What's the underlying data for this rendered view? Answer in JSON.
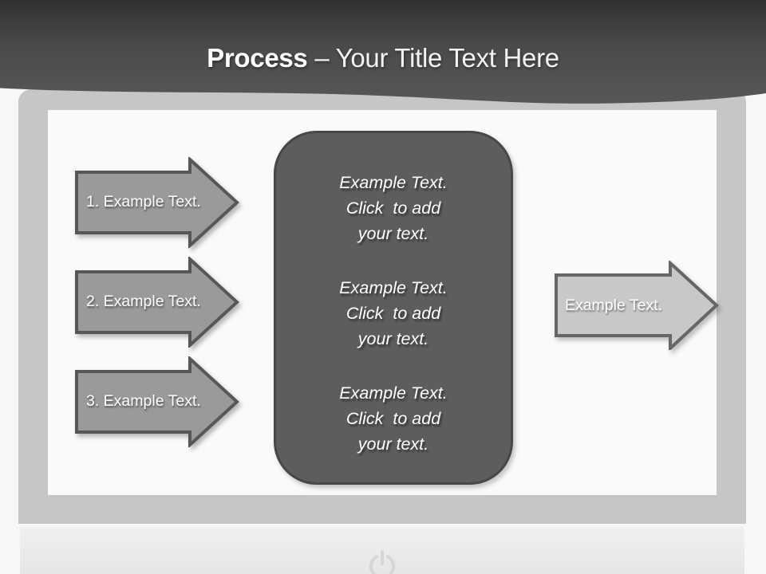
{
  "header": {
    "title_bold": "Process",
    "title_rest": "– Your Title Text Here"
  },
  "process_arrows": [
    {
      "label": "1. Example Text."
    },
    {
      "label": "2. Example Text."
    },
    {
      "label": "3. Example Text."
    }
  ],
  "center_panel": {
    "blocks": [
      {
        "line1": "Example Text.",
        "line2": "Click  to add",
        "line3": "your text."
      },
      {
        "line1": "Example Text.",
        "line2": "Click  to add",
        "line3": "your text."
      },
      {
        "line1": "Example Text.",
        "line2": "Click  to add",
        "line3": "your text."
      }
    ]
  },
  "output_arrow": {
    "label": "Example Text."
  },
  "icons": {
    "power": "power-icon"
  },
  "colors": {
    "header_dark_top": "#313131",
    "header_dark_bottom": "#575757",
    "bezel": "#c6c6c6",
    "screen": "#fafafa",
    "base": "#e9e9e9",
    "step_arrow_fill": "#9a9a9a",
    "step_arrow_border": "#575757",
    "output_arrow_fill": "#c8c8c8",
    "output_arrow_border": "#666666",
    "panel_fill": "#5d5d5d",
    "panel_border": "#474747",
    "text": "#ffffff"
  }
}
